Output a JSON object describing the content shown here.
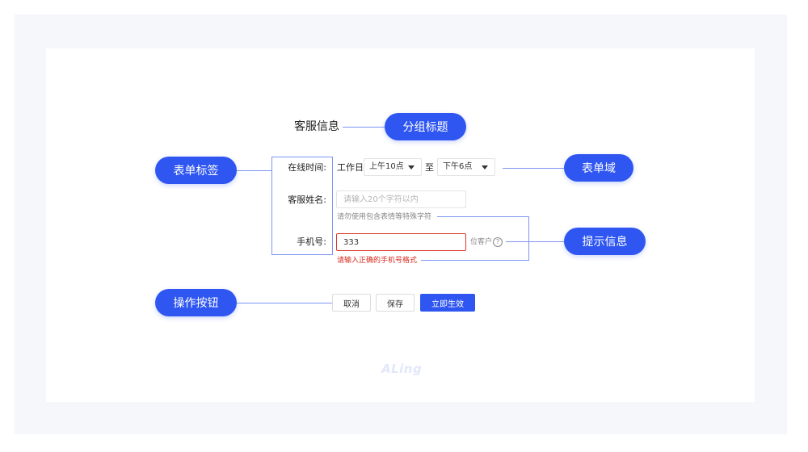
{
  "form": {
    "group_title": "客服信息",
    "online_time": {
      "label": "在线时间:",
      "prefix": "工作日",
      "start": "上午10点",
      "separator": "至",
      "end": "下午6点"
    },
    "name": {
      "label": "客服姓名:",
      "placeholder": "请输入20个字符以内",
      "hint": "请勿使用包含表情等特殊字符"
    },
    "phone": {
      "label": "手机号:",
      "value": "333",
      "suffix": "位客户",
      "help_icon": "?",
      "error": "请输入正确的手机号格式"
    },
    "buttons": {
      "cancel": "取消",
      "save": "保存",
      "apply": "立即生效"
    }
  },
  "annotations": {
    "group_title": "分组标题",
    "form_label": "表单标签",
    "form_field": "表单域",
    "hint_info": "提示信息",
    "action_buttons": "操作按钮"
  },
  "watermark": "ALing",
  "colors": {
    "accent": "#2f56f0",
    "annotation_line": "#7d95f3",
    "error": "#d62d1f",
    "background": "#f6f7fa"
  }
}
